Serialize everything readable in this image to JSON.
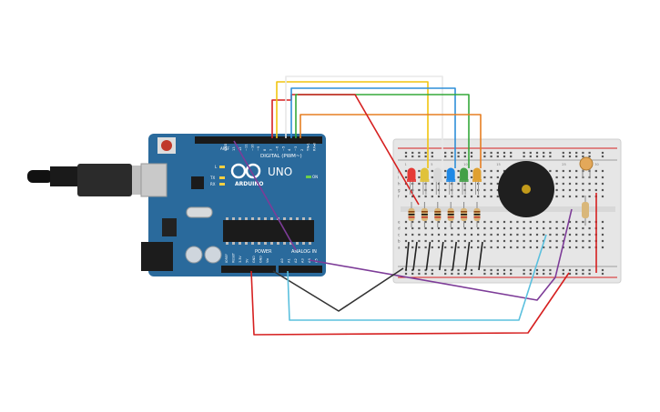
{
  "board": {
    "brand": "ARDUINO",
    "model": "UNO",
    "on_label": "ON",
    "tx_label": "TX",
    "rx_label": "RX",
    "l_label": "L",
    "digital_label": "DIGITAL (PWM~)",
    "power_label": "POWER",
    "analog_label": "ANALOG IN",
    "aref_label": "AREF",
    "gnd_label": "GND",
    "digital_pins": [
      "13",
      "12",
      "~11",
      "~10",
      "~9",
      "8",
      "7",
      "~6",
      "~5",
      "4",
      "~3",
      "2",
      "TX▸1",
      "RX◂0"
    ],
    "power_pins": [
      "IOREF",
      "RESET",
      "3.3V",
      "5V",
      "GND",
      "GND",
      "Vin"
    ],
    "analog_pins": [
      "A0",
      "A1",
      "A2",
      "A3",
      "A4",
      "A5"
    ]
  },
  "breadboard": {
    "row_letters_top": [
      "j",
      "i",
      "h",
      "g",
      "f"
    ],
    "row_letters_bottom": [
      "e",
      "d",
      "c",
      "b",
      "a"
    ],
    "column_numbers": [
      "1",
      "5",
      "10",
      "15",
      "20",
      "25",
      "30"
    ]
  },
  "colors": {
    "board": "#2a6a9c",
    "breadboard": "#e6e6e6",
    "wire_red": "#d62020",
    "wire_yellow": "#f1c40f",
    "wire_white": "#e8e8e8",
    "wire_blue": "#2f8fd8",
    "wire_green": "#35a83a",
    "wire_orange": "#e67e22",
    "wire_purple": "#7d3c98",
    "wire_black": "#333333",
    "wire_cyan": "#5bc0de"
  },
  "leds": [
    {
      "color": "#e53935"
    },
    {
      "color": "#e0c23a"
    },
    {
      "color": "#d8d8d8"
    },
    {
      "color": "#1e88e5"
    },
    {
      "color": "#43a047"
    },
    {
      "color": "#e0a030"
    }
  ]
}
